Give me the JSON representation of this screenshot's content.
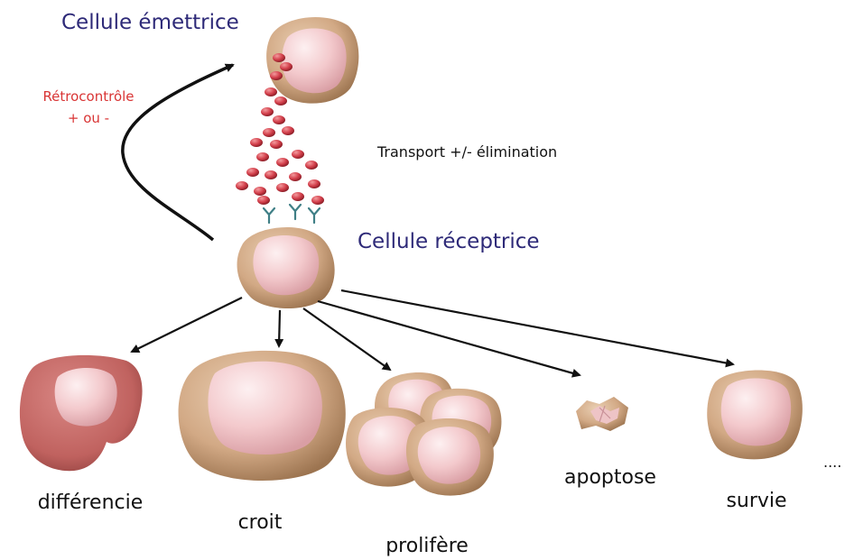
{
  "labels": {
    "emitting_cell": "Cellule émettrice",
    "receiving_cell": "Cellule réceptrice",
    "feedback_line1": "Rétrocontrôle",
    "feedback_line2": "+ ou -",
    "transport": "Transport +/- élimination",
    "outcome_differentiates": "différencie",
    "outcome_grows": "croit",
    "outcome_proliferates": "prolifère",
    "outcome_apoptosis": "apoptose",
    "outcome_survival": "survie",
    "outcome_more": "...."
  },
  "colors": {
    "title_blue": "#2e2a78",
    "feedback_red": "#d93535",
    "cell_body": "#d7b08a",
    "cell_body_dark": "#a27b57",
    "nucleus": "#f2c5c8",
    "nucleus_light": "#fbe6e8",
    "differentiated_body": "#c46a68",
    "molecule": "#cf3f4a",
    "receptor": "#3f7f86",
    "arrow": "#111111"
  }
}
